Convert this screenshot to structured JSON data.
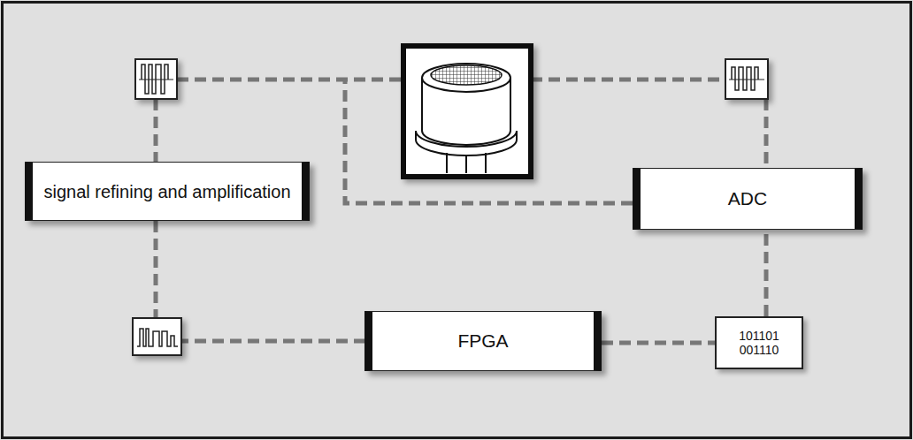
{
  "diagram": {
    "nodes": [
      {
        "text": [
          "signal refining and amplification"
        ]
      },
      {
        "text": [
          "ADC"
        ]
      },
      {
        "text": [
          "FPGA"
        ]
      },
      {
        "text": [
          "101101 001110"
        ]
      }
    ],
    "edges": [
      {
        "from": 0,
        "to": 2,
        "arrow": "none"
      },
      {
        "from": 2,
        "to": 3,
        "arrow": "none"
      },
      {
        "from": 3,
        "to": 1,
        "arrow": "none"
      }
    ]
  }
}
